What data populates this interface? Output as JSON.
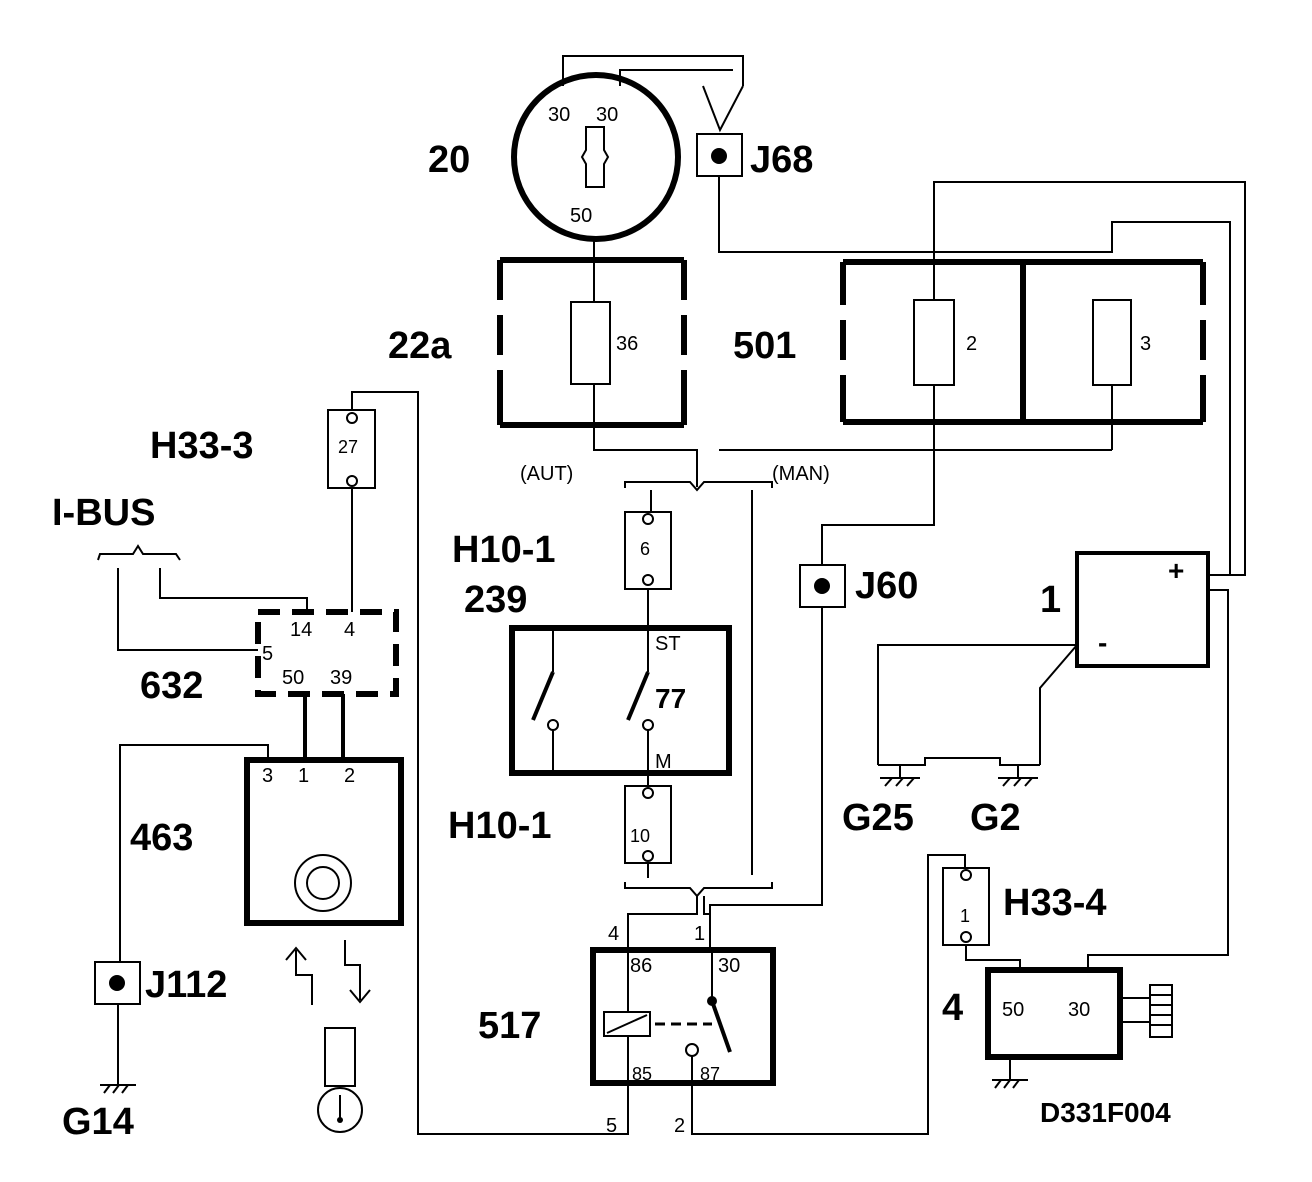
{
  "components": {
    "ignition_switch": {
      "id": "20",
      "pins": [
        "30",
        "30",
        "50"
      ]
    },
    "junction_j68": {
      "id": "J68"
    },
    "fuse_box_22a": {
      "id": "22a",
      "fuse": "36"
    },
    "fuse_box_501": {
      "id": "501",
      "fuses": [
        "2",
        "3"
      ]
    },
    "connector_h33_3": {
      "id": "H33-3",
      "pin": "27"
    },
    "ibus": {
      "label": "I-BUS"
    },
    "module_632": {
      "id": "632",
      "pins": [
        "14",
        "4",
        "5",
        "50",
        "39"
      ]
    },
    "mode_labels": {
      "aut": "(AUT)",
      "man": "(MAN)"
    },
    "connector_h10_1_top": {
      "id": "H10-1",
      "pin": "6"
    },
    "switch_239": {
      "id": "239",
      "pins": [
        "ST",
        "77",
        "M"
      ]
    },
    "connector_h10_1_bottom": {
      "id": "H10-1",
      "pin": "10"
    },
    "junction_j60": {
      "id": "J60"
    },
    "battery": {
      "id": "1",
      "plus": "+",
      "minus": "-"
    },
    "grounds": [
      "G25",
      "G2",
      "G14"
    ],
    "module_463": {
      "id": "463",
      "pins": [
        "3",
        "1",
        "2"
      ]
    },
    "junction_j112": {
      "id": "J112"
    },
    "relay_517": {
      "id": "517",
      "pins": [
        "86",
        "30",
        "85",
        "87"
      ],
      "outer_pins": [
        "4",
        "1",
        "5",
        "2"
      ]
    },
    "connector_h33_4": {
      "id": "H33-4",
      "pin": "1"
    },
    "starter": {
      "id": "4",
      "pins": [
        "50",
        "30"
      ]
    },
    "diagram_code": "D331F004"
  }
}
